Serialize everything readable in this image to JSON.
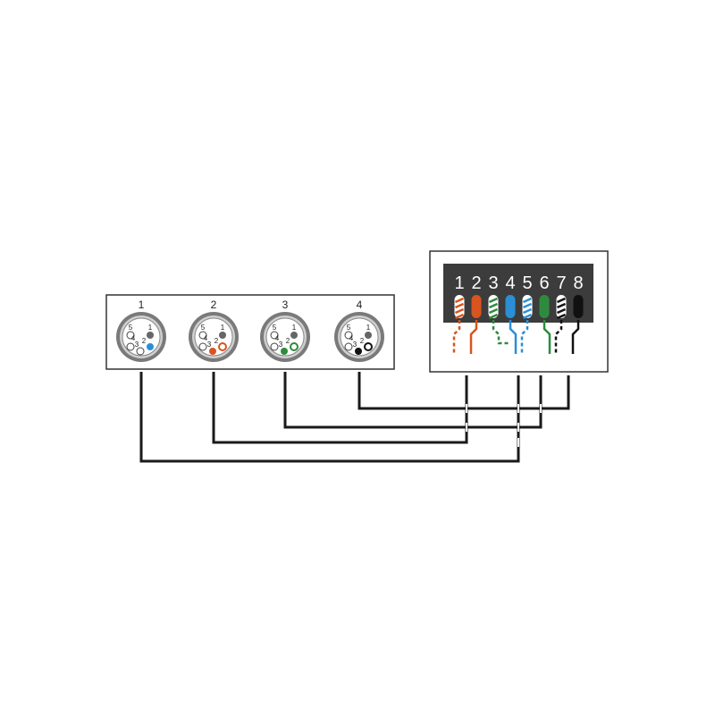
{
  "connectors": [
    {
      "label": "1",
      "pins": [
        "1",
        "2",
        "3",
        "4",
        "5"
      ],
      "signal_pin_color": "#2a8fd6"
    },
    {
      "label": "2",
      "pins": [
        "1",
        "2",
        "3",
        "4",
        "5"
      ],
      "signal_pin_color": "#d9541e"
    },
    {
      "label": "3",
      "pins": [
        "1",
        "2",
        "3",
        "4",
        "5"
      ],
      "signal_pin_color": "#2e8b3e"
    },
    {
      "label": "4",
      "pins": [
        "1",
        "2",
        "3",
        "4",
        "5"
      ],
      "signal_pin_color": "#111111"
    }
  ],
  "rj45": {
    "pin_labels": [
      "1",
      "2",
      "3",
      "4",
      "5",
      "6",
      "7",
      "8"
    ],
    "wires": [
      {
        "pin": "1",
        "color": "#d9541e",
        "striped": true
      },
      {
        "pin": "2",
        "color": "#d9541e",
        "striped": false
      },
      {
        "pin": "3",
        "color": "#2e8b3e",
        "striped": true
      },
      {
        "pin": "4",
        "color": "#2a8fd6",
        "striped": false
      },
      {
        "pin": "5",
        "color": "#2a8fd6",
        "striped": true
      },
      {
        "pin": "6",
        "color": "#2e8b3e",
        "striped": false
      },
      {
        "pin": "7",
        "color": "#111111",
        "striped": true
      },
      {
        "pin": "8",
        "color": "#111111",
        "striped": false
      }
    ]
  },
  "colors": {
    "panel_dark": "#3c3c3c",
    "orange": "#d9541e",
    "green": "#2e8b3e",
    "blue": "#2a8fd6",
    "black": "#111111",
    "grey_pin": "#666666"
  }
}
